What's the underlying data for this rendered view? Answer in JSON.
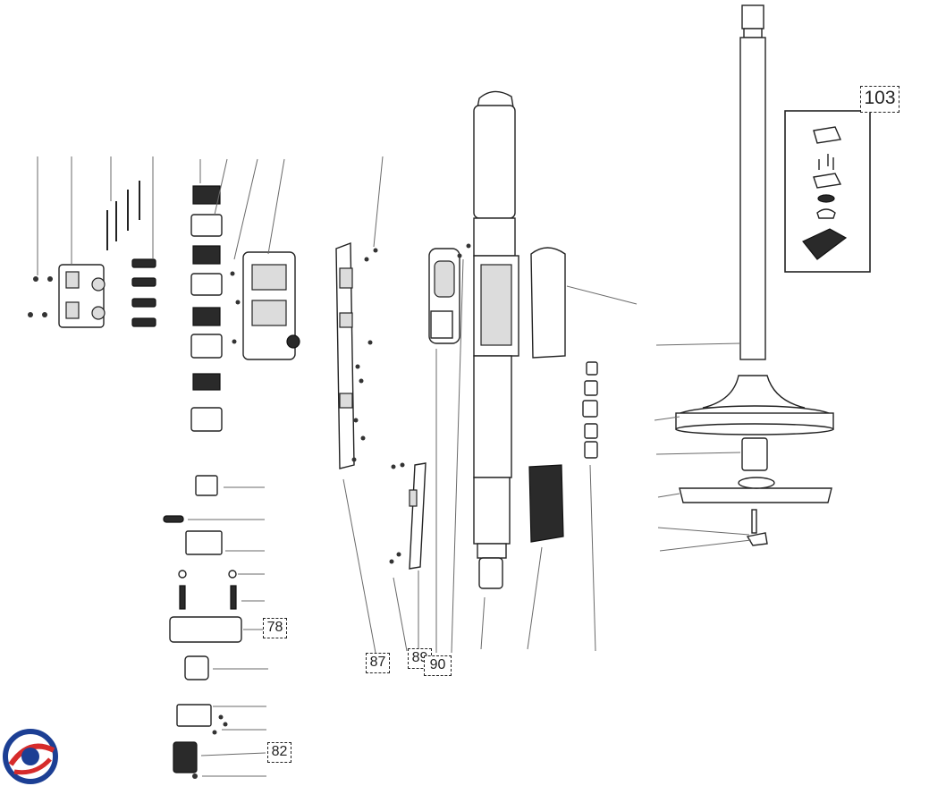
{
  "diagram": {
    "callouts": {
      "c78": "78",
      "c82": "82",
      "c87": "87",
      "c89": "89",
      "c90": "90",
      "c103": "103"
    }
  },
  "logo": {
    "icon": "brand-logo-icon",
    "colors": [
      "#1c3f94",
      "#d62b2b"
    ]
  }
}
